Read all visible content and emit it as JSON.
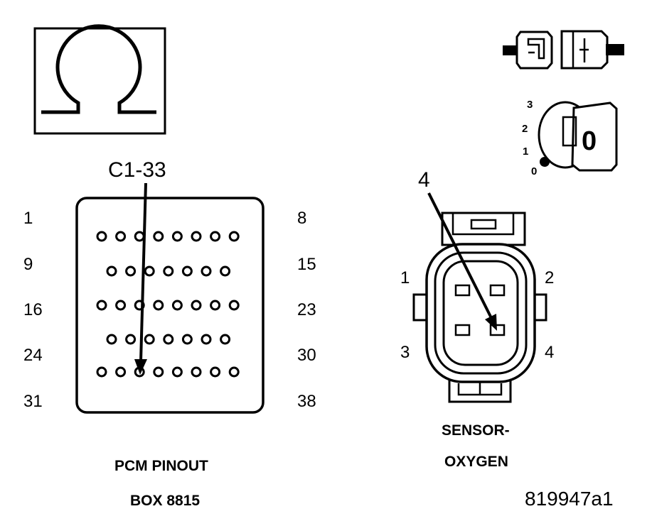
{
  "icons": {
    "ohmmeter": "ohm-meter-icon",
    "connector": "disconnect-connector-icon",
    "ignition": "ignition-key-off-icon"
  },
  "ignition": {
    "positions": [
      "3",
      "2",
      "1",
      "0"
    ],
    "key_label": "0"
  },
  "pcm": {
    "callout": "C1-33",
    "row_labels_left": [
      "1",
      "9",
      "16",
      "24",
      "31"
    ],
    "row_labels_right": [
      "8",
      "15",
      "23",
      "30",
      "38"
    ],
    "caption_line1": "PCM PINOUT",
    "caption_line2": "BOX 8815"
  },
  "sensor": {
    "callout": "4",
    "terminal_labels": [
      "1",
      "2",
      "3",
      "4"
    ],
    "caption_line1": "SENSOR-",
    "caption_line2": "OXYGEN"
  },
  "figure_id": "819947a1"
}
